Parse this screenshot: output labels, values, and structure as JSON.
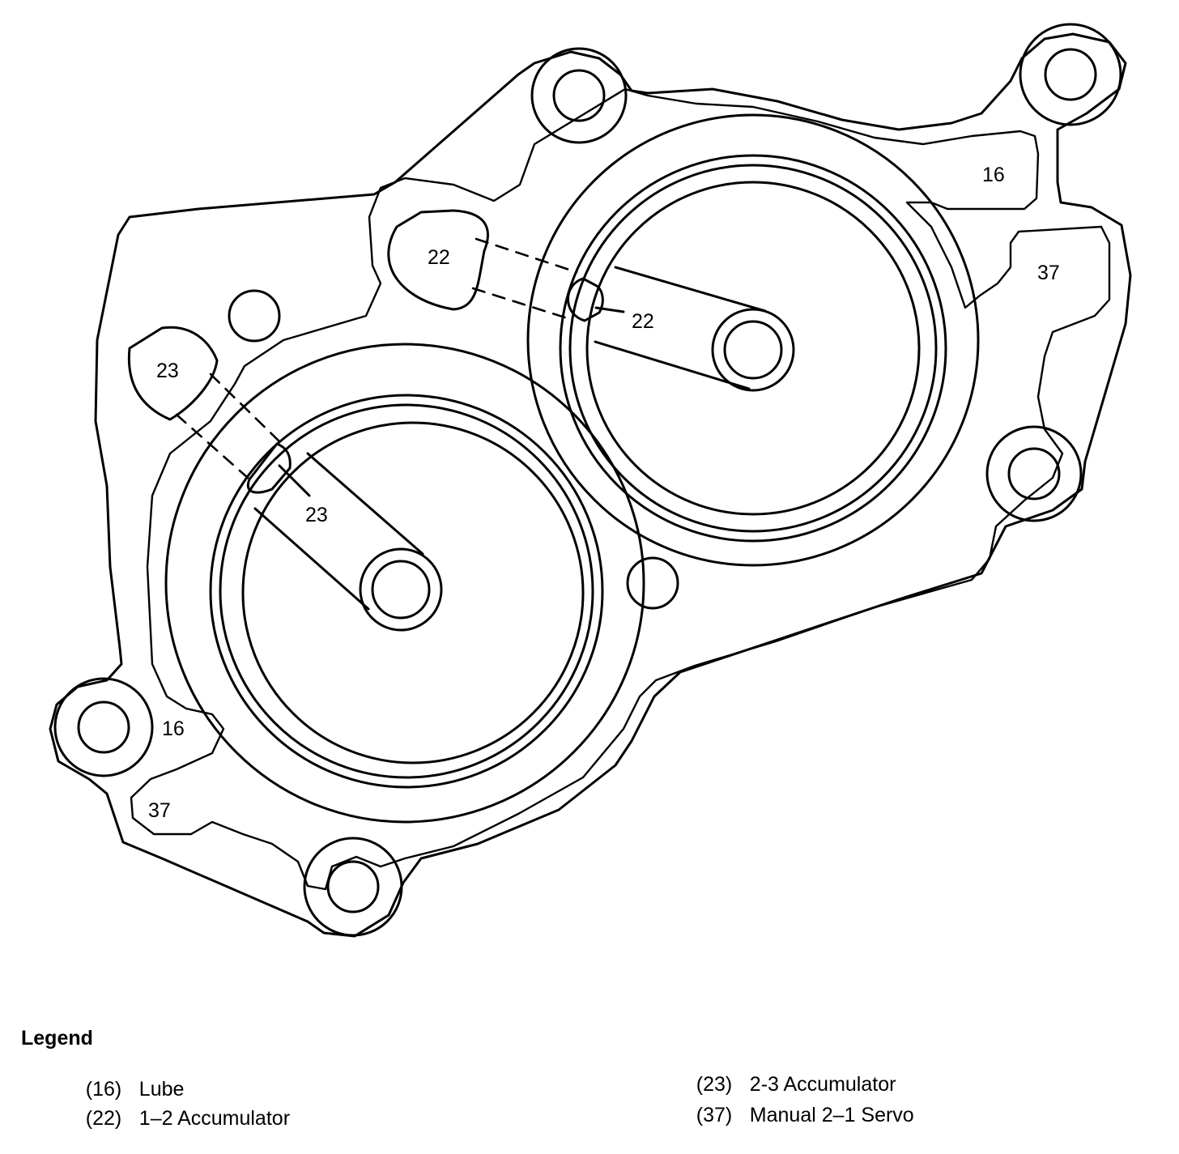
{
  "callouts": {
    "lube_upper": "16",
    "lube_lower": "16",
    "acc12_port": "22",
    "acc12_bore": "22",
    "acc23_port": "23",
    "acc23_bore": "23",
    "servo_upper": "37",
    "servo_lower": "37"
  },
  "legend": {
    "title": "Legend",
    "items": [
      {
        "code": "(16)",
        "label": "Lube"
      },
      {
        "code": "(22)",
        "label": "1–2 Accumulator"
      },
      {
        "code": "(23)",
        "label": "2-3 Accumulator"
      },
      {
        "code": "(37)",
        "label": "Manual 2–1 Servo"
      }
    ]
  }
}
